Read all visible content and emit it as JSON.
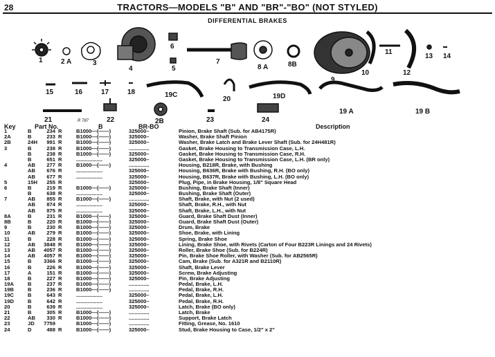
{
  "page": {
    "number": "28",
    "title": "TRACTORS—MODELS \"B\" AND \"BR\"-\"BO\" (NOT STYLED)",
    "section": "DIFFERENTIAL BRAKES"
  },
  "illustration_labels": [
    "1",
    "2 A",
    "3",
    "4",
    "6",
    "5",
    "7",
    "8 A",
    "8B",
    "9",
    "10",
    "11",
    "12",
    "13",
    "14",
    "15",
    "16",
    "17",
    "18",
    "19C",
    "19D",
    "20",
    "19 A",
    "19 B",
    "21",
    "R 787",
    "22",
    "2B",
    "23",
    "24"
  ],
  "columns": {
    "key": "Key",
    "part_no": "Part No.",
    "b": "B",
    "br_bo": "BR-BO",
    "description": "Description"
  },
  "rows": [
    {
      "key": "1",
      "pre": "B",
      "num": "234",
      "suf": "R",
      "b": "B1000—(——)",
      "bro": "325000–",
      "desc": "Pinion, Brake Shaft (Sub. for AB4175R)"
    },
    {
      "key": "2A",
      "pre": "B",
      "num": "233",
      "suf": "R",
      "b": "B1000—(——)",
      "bro": "325000–",
      "desc": "Washer, Brake Shaft Pinion"
    },
    {
      "key": "2B",
      "pre": "24H",
      "num": "991",
      "suf": "R",
      "b": "B1000—(——)",
      "bro": "325000–",
      "desc": "Washer, Brake Latch and Brake Lever Shaft (Sub. for 24H481R)"
    },
    {
      "key": "3",
      "pre": "B",
      "num": "238",
      "suf": "R",
      "b": "B1000—(——)",
      "bro": "..............",
      "desc": "Gasket, Brake Housing to Transmission Case, L.H."
    },
    {
      "key": "",
      "pre": "B",
      "num": "238",
      "suf": "R",
      "b": "B1000—(——)",
      "bro": "325000–",
      "desc": "Gasket, Brake Housing to Transmission Case, R.H."
    },
    {
      "key": "",
      "pre": "B",
      "num": "651",
      "suf": "R",
      "b": "..................",
      "bro": "325000–",
      "desc": "Gasket, Brake Housing to Transmission Case, L.H. (BR only)"
    },
    {
      "key": "4",
      "pre": "AB",
      "num": "277",
      "suf": "R",
      "b": "B1000—(——)",
      "bro": "..............",
      "desc": "Housing, B218R, Brake, with Bushing"
    },
    {
      "key": "",
      "pre": "AB",
      "num": "676",
      "suf": "R",
      "b": "..................",
      "bro": "325000–",
      "desc": "Housing, B636R, Brake with Bushing, R.H. (BO only)"
    },
    {
      "key": "",
      "pre": "AB",
      "num": "677",
      "suf": "R",
      "b": "..................",
      "bro": "325000–",
      "desc": "Housing, B637R, Brake with Bushing, L.H. (BO only)"
    },
    {
      "key": "5",
      "pre": "15H",
      "num": "255",
      "suf": "R",
      "b": "",
      "bro": "325000–",
      "desc": "Plug, Pipe, in Brake Housing, 1/8\" Square Head"
    },
    {
      "key": "6",
      "pre": "B",
      "num": "219",
      "suf": "R",
      "b": "B1000—(——)",
      "bro": "325000–",
      "desc": "Bushing, Brake Shaft (Inner)"
    },
    {
      "key": "",
      "pre": "B",
      "num": "638",
      "suf": "R",
      "b": "..................",
      "bro": "325000–",
      "desc": "Bushing, Brake Shaft (Outer)"
    },
    {
      "key": "7",
      "pre": "AB",
      "num": "855",
      "suf": "R",
      "b": "B1000—(——)",
      "bro": "..............",
      "desc": "Shaft, Brake, with Nut (2 used)"
    },
    {
      "key": "",
      "pre": "AB",
      "num": "874",
      "suf": "R",
      "b": "..................",
      "bro": "325000–",
      "desc": "Shaft, Brake, R.H., with Nut"
    },
    {
      "key": "",
      "pre": "AB",
      "num": "875",
      "suf": "R",
      "b": "..................",
      "bro": "325000–",
      "desc": "Shaft, Brake, L.H., with Nut"
    },
    {
      "key": "8A",
      "pre": "B",
      "num": "231",
      "suf": "R",
      "b": "B1000—(——)",
      "bro": "325000–",
      "desc": "Guard, Brake Shaft Dust (Inner)"
    },
    {
      "key": "8B",
      "pre": "B",
      "num": "220",
      "suf": "R",
      "b": "B1000—(——)",
      "bro": "325000–",
      "desc": "Guard, Brake Shaft Dust (Outer)"
    },
    {
      "key": "9",
      "pre": "B",
      "num": "230",
      "suf": "R",
      "b": "B1000—(——)",
      "bro": "325000–",
      "desc": "Drum, Brake"
    },
    {
      "key": "10",
      "pre": "AB",
      "num": "279",
      "suf": "R",
      "b": "B1000—(——)",
      "bro": "325000–",
      "desc": "Shoe, Brake, with Lining"
    },
    {
      "key": "11",
      "pre": "B",
      "num": "228",
      "suf": "R",
      "b": "B1000—(——)",
      "bro": "325000–",
      "desc": "Spring, Brake Shoe"
    },
    {
      "key": "12",
      "pre": "AB",
      "num": "3848",
      "suf": "R",
      "b": "B1000—(——)",
      "bro": "325000–",
      "desc": "Lining, Brake Shoe, with Rivets (Carton of Four B223R Linings and 24 Rivets)"
    },
    {
      "key": "13",
      "pre": "AB",
      "num": "4057",
      "suf": "R",
      "b": "B1000—(——)",
      "bro": "325000–",
      "desc": "Roller, Brake Shoe (Sub. for B224R)"
    },
    {
      "key": "14",
      "pre": "AB",
      "num": "4057",
      "suf": "R",
      "b": "B1000—(——)",
      "bro": "325000–",
      "desc": "Pin, Brake Shoe Roller, with Washer (Sub. for AB2565R)"
    },
    {
      "key": "15",
      "pre": "B",
      "num": "3366",
      "suf": "R",
      "b": "B1000—(——)",
      "bro": "325000–",
      "desc": "Cam, Brake (Sub. for A321R and B2110R)"
    },
    {
      "key": "16",
      "pre": "B",
      "num": "226",
      "suf": "R",
      "b": "B1000—(——)",
      "bro": "325000–",
      "desc": "Shaft, Brake Lever"
    },
    {
      "key": "17",
      "pre": "A",
      "num": "151",
      "suf": "R",
      "b": "B1000—(——)",
      "bro": "325000–",
      "desc": "Screw, Brake Adjusting"
    },
    {
      "key": "18",
      "pre": "B",
      "num": "227",
      "suf": "R",
      "b": "B1000—(——)",
      "bro": "325000–",
      "desc": "Pin, Brake Adjusting"
    },
    {
      "key": "19A",
      "pre": "B",
      "num": "237",
      "suf": "R",
      "b": "B1000—(——)",
      "bro": "..............",
      "desc": "Pedal, Brake, L.H."
    },
    {
      "key": "19B",
      "pre": "B",
      "num": "236",
      "suf": "R",
      "b": "B1000—(——)",
      "bro": "..............",
      "desc": "Pedal, Brake, R.H."
    },
    {
      "key": "19C",
      "pre": "B",
      "num": "643",
      "suf": "R",
      "b": "..................",
      "bro": "325000–",
      "desc": "Pedal, Brake, L.H."
    },
    {
      "key": "19D",
      "pre": "B",
      "num": "642",
      "suf": "R",
      "b": "..................",
      "bro": "325000–",
      "desc": "Pedal, Brake, R.H."
    },
    {
      "key": "20",
      "pre": "B",
      "num": "639",
      "suf": "R",
      "b": "..................",
      "bro": "325000–",
      "desc": "Latch, Brake (BO only)"
    },
    {
      "key": "21",
      "pre": "B",
      "num": "305",
      "suf": "R",
      "b": "B1000—(——)",
      "bro": "..............",
      "desc": "Latch, Brake"
    },
    {
      "key": "22",
      "pre": "AB",
      "num": "330",
      "suf": "R",
      "b": "B1000—(——)",
      "bro": "..............",
      "desc": "Support, Brake Latch"
    },
    {
      "key": "23",
      "pre": "JD",
      "num": "7759",
      "suf": "",
      "b": "B1000—(——)",
      "bro": "..............",
      "desc": "Fitting, Grease, No. 1610"
    },
    {
      "key": "24",
      "pre": "D",
      "num": "488",
      "suf": "R",
      "b": "B1000—(——)",
      "bro": "325000–",
      "desc": "Stud, Brake Housing to Case, 1/2\" x 2\""
    }
  ]
}
